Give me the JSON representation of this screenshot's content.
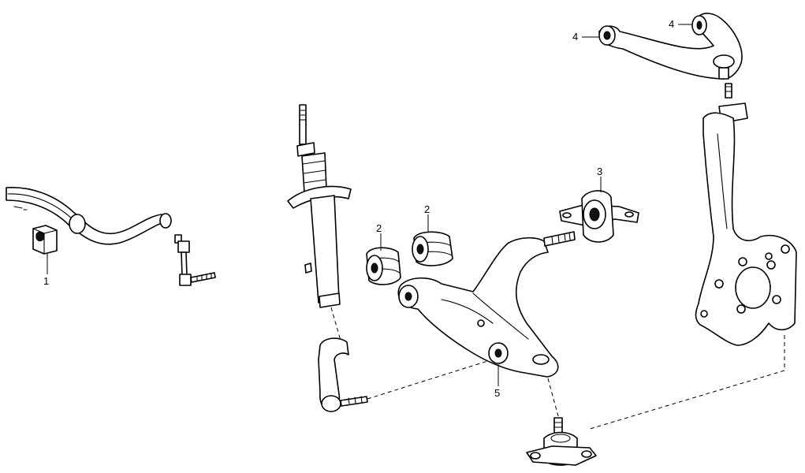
{
  "callouts": {
    "stabilizer_bushing": "1",
    "lower_arm_bushing_left": "2",
    "lower_arm_bushing_right": "2",
    "lower_arm_rear_bushing": "3",
    "upper_arm_bushing_left": "4",
    "upper_arm_bushing_right": "4",
    "lower_arm_front_bushing": "5"
  }
}
